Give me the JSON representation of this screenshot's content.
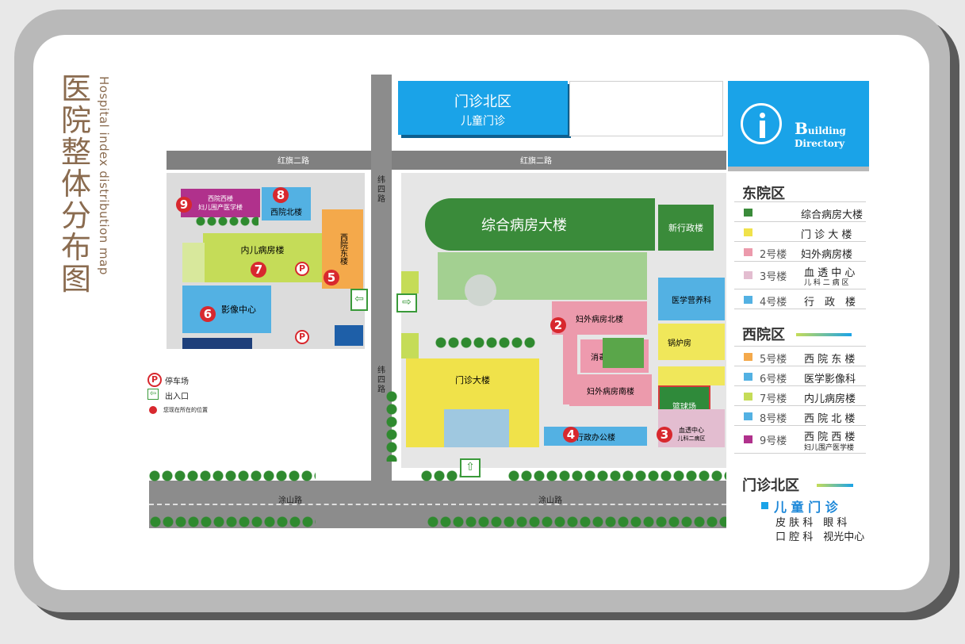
{
  "title": "医院整体分布图",
  "subtitle": "Hospital index distribution map",
  "north_clinic": {
    "name": "门诊北区",
    "sub": "儿童门诊"
  },
  "directory": {
    "b": "B",
    "line1": "uilding",
    "line2": "Directory",
    "icon": "info-icon"
  },
  "roads": {
    "hongqi_left": "红旗二路",
    "hongqi_right": "红旗二路",
    "tushan_left": "涂山路",
    "tushan_right": "涂山路",
    "weisi": "纬四路"
  },
  "buildings": {
    "main_ward": "综合病房大楼",
    "new_admin": "新行政楼",
    "outpatient": "门诊大楼",
    "fuwai_north": "妇外病房北楼",
    "fuwai_south": "妇外病房南楼",
    "disinfect": "消毒供应中心",
    "nutrition": "医学营养科",
    "boiler": "锅炉房",
    "court": "篮球场",
    "dialysis_l1": "血透中心",
    "dialysis_l2": "儿科二病区",
    "admin_office": "行政办公楼",
    "west_west_l1": "西院西楼",
    "west_west_l2": "妇儿围产医学楼",
    "west_north": "西院北楼",
    "neier": "内儿病房楼",
    "west_east": "西院东楼",
    "imaging": "影像中心"
  },
  "numbers": [
    "2",
    "3",
    "4",
    "5",
    "6",
    "7",
    "8",
    "9"
  ],
  "legend": {
    "parking": "停车场",
    "entrance": "出入口",
    "location": "您现在所在的位置",
    "parking_symbol": "P"
  },
  "east": {
    "heading": "东院区",
    "rows": [
      {
        "color": "#3a8b3a",
        "num": "",
        "name": "综合病房大楼"
      },
      {
        "color": "#f0e24a",
        "num": "",
        "name": "门 诊 大 楼"
      },
      {
        "color": "#ec9aac",
        "num": "2号楼",
        "name": "妇外病房楼"
      },
      {
        "color": "#e3bdd0",
        "num": "3号楼",
        "name": "血 透 中 心",
        "sub": "儿 科 二 病 区"
      },
      {
        "color": "#53b1e3",
        "num": "4号楼",
        "name": "行　政　楼"
      }
    ]
  },
  "west": {
    "heading": "西院区",
    "rows": [
      {
        "color": "#f4a94b",
        "num": "5号楼",
        "name": "西 院 东 楼"
      },
      {
        "color": "#53b1e3",
        "num": "6号楼",
        "name": "医学影像科"
      },
      {
        "color": "#c5dc58",
        "num": "7号楼",
        "name": "内儿病房楼"
      },
      {
        "color": "#53b1e3",
        "num": "8号楼",
        "name": "西 院 北 楼"
      },
      {
        "color": "#b0318c",
        "num": "9号楼",
        "name": "西 院 西 楼",
        "sub": "妇儿围产医学楼"
      }
    ]
  },
  "north": {
    "heading": "门诊北区",
    "line1": "儿 童 门 诊",
    "line2": "皮 肤 科　眼 科",
    "line3": "口 腔 科　视光中心"
  }
}
